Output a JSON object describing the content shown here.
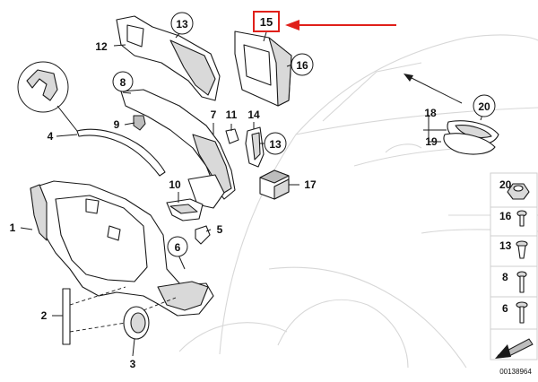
{
  "diagram": {
    "callouts": {
      "c1": "1",
      "c2": "2",
      "c3": "3",
      "c4": "4",
      "c5": "5",
      "c6": "6",
      "c7": "7",
      "c8": "8",
      "c9": "9",
      "c10": "10",
      "c11": "11",
      "c12": "12",
      "c13": "13",
      "c13b": "13",
      "c14": "14",
      "c15": "15",
      "c16": "16",
      "c17": "17",
      "c18": "18",
      "c19": "19",
      "c20": "20"
    },
    "legend": [
      "20",
      "16",
      "13",
      "8",
      "6"
    ],
    "diagram_id": "00138964",
    "highlight_color": "#e0201a"
  }
}
